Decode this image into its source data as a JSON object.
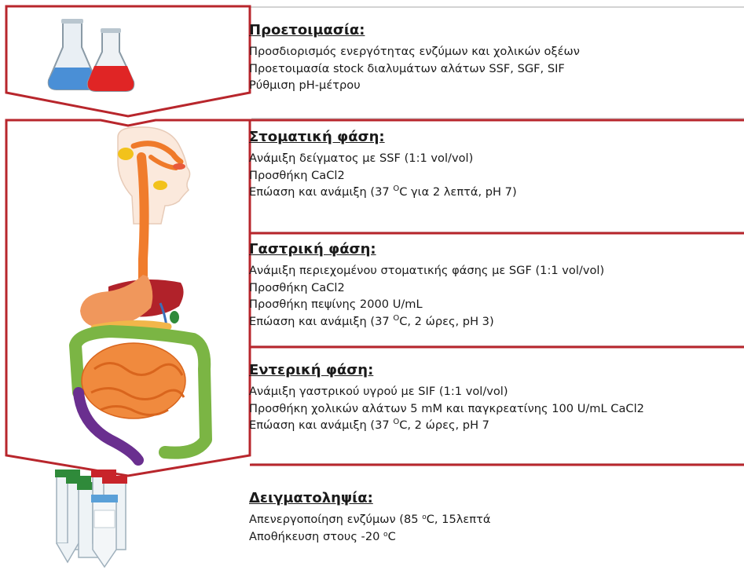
{
  "colors": {
    "frame_red": "#b8262c",
    "band_gray": "#d3d3d3",
    "text": "#1a1a1a"
  },
  "icons": {
    "top": "lab-flasks-icon",
    "body": "digestive-system-illustration",
    "bottom": "sample-tubes-icon"
  },
  "sections": {
    "prep": {
      "title": "Προετοιμασία:",
      "lines": [
        "Προσδιορισμός ενεργότητας ενζύμων και χολικών οξέων",
        "Προετοιμασία stock διαλυμάτων αλάτων SSF, SGF, SIF",
        "Ρύθμιση pH-μέτρου"
      ]
    },
    "oral": {
      "title": "Στοματική φάση:",
      "line1": "Ανάμιξη δείγματος με SSF (1:1 vol/vol)",
      "line2": "Προσθήκη CaCl2",
      "line3_pre": "Επώαση και ανάμιξη (37 ",
      "line3_sup": "O",
      "line3_post": "C για 2 λεπτά, pH 7)"
    },
    "gastric": {
      "title": "Γαστρική φάση:",
      "line1": "Ανάμιξη περιεχομένου στοματικής φάσης με SGF (1:1 vol/vol)",
      "line2": "Προσθήκη CaCl2",
      "line3": "Προσθήκη πεψίνης 2000 U/mL",
      "line4_pre": "Επώαση και ανάμιξη (37 ",
      "line4_sup": "O",
      "line4_post": "C, 2 ώρες, pH 3)"
    },
    "intestinal": {
      "title": "Εντερική φάση:",
      "line1": "Ανάμιξη γαστρικού υγρού με SIF (1:1 vol/vol)",
      "line2": "Προσθήκη χολικών αλάτων 5 mM και παγκρεατίνης 100 U/mL CaCl2",
      "line3_pre": "Επώαση και ανάμιξη (37 ",
      "line3_sup": "O",
      "line3_post": "C, 2 ώρες, pH 7"
    },
    "sampling": {
      "title": "Δειγματοληψία:",
      "line1_pre": "Απενεργοποίηση ενζύμων (85 ",
      "line1_sup": "o",
      "line1_post": "C, 15λεπτά",
      "line2_pre": "Αποθήκευση στους -20 ",
      "line2_sup": "o",
      "line2_post": "C"
    }
  }
}
